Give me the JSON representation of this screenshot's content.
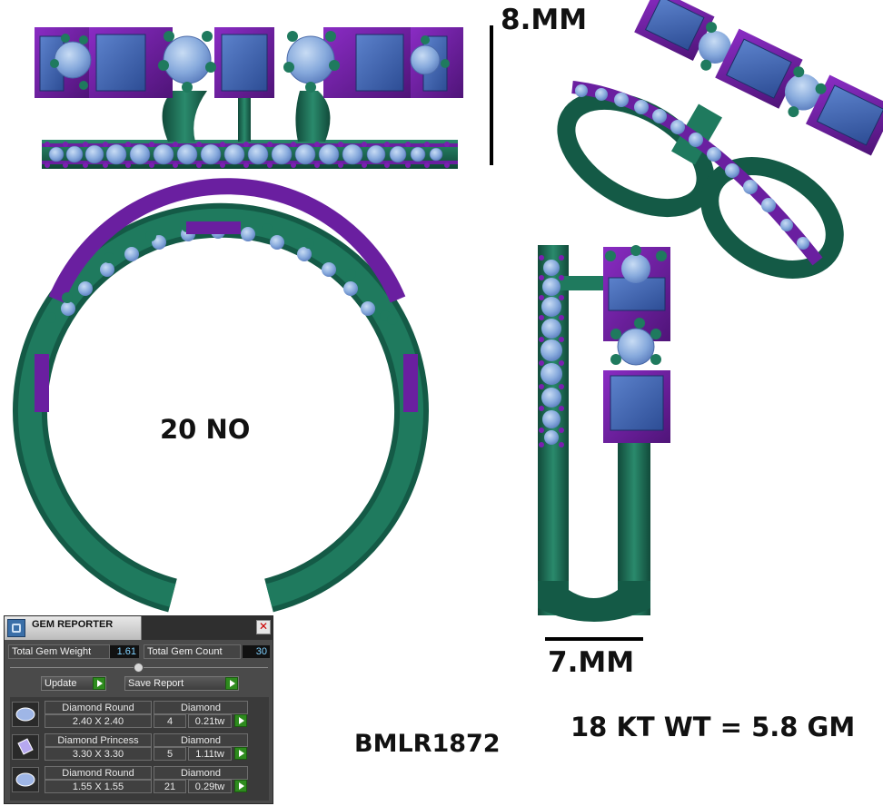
{
  "annotations": {
    "height_dim": "8.MM",
    "width_dim": "7.MM",
    "ring_size": "20 NO",
    "sku": "BMLR1872",
    "metal_weight": "18 KT WT = 5.8 GM"
  },
  "colors": {
    "shank": "#1f6e58",
    "setting": "#6a1fa0",
    "gem": "#3f64b0",
    "round_gem": "#86b3e0",
    "prong": "#1f7a5e"
  },
  "gem_reporter": {
    "title": "GEM REPORTER",
    "close_icon": "close-icon",
    "total_weight_label": "Total Gem Weight",
    "total_weight_value": "1.61",
    "total_count_label": "Total Gem Count",
    "total_count_value": "30",
    "update_label": "Update",
    "save_report_label": "Save Report",
    "gems": [
      {
        "icon": "round-diamond-icon",
        "name": "Diamond Round",
        "size": "2.40 X 2.40",
        "type": "Diamond",
        "count": "4",
        "weight": "0.21tw"
      },
      {
        "icon": "princess-diamond-icon",
        "name": "Diamond Princess",
        "size": "3.30 X 3.30",
        "type": "Diamond",
        "count": "5",
        "weight": "1.11tw"
      },
      {
        "icon": "round-diamond-icon",
        "name": "Diamond Round",
        "size": "1.55 X 1.55",
        "type": "Diamond",
        "count": "21",
        "weight": "0.29tw"
      }
    ]
  }
}
